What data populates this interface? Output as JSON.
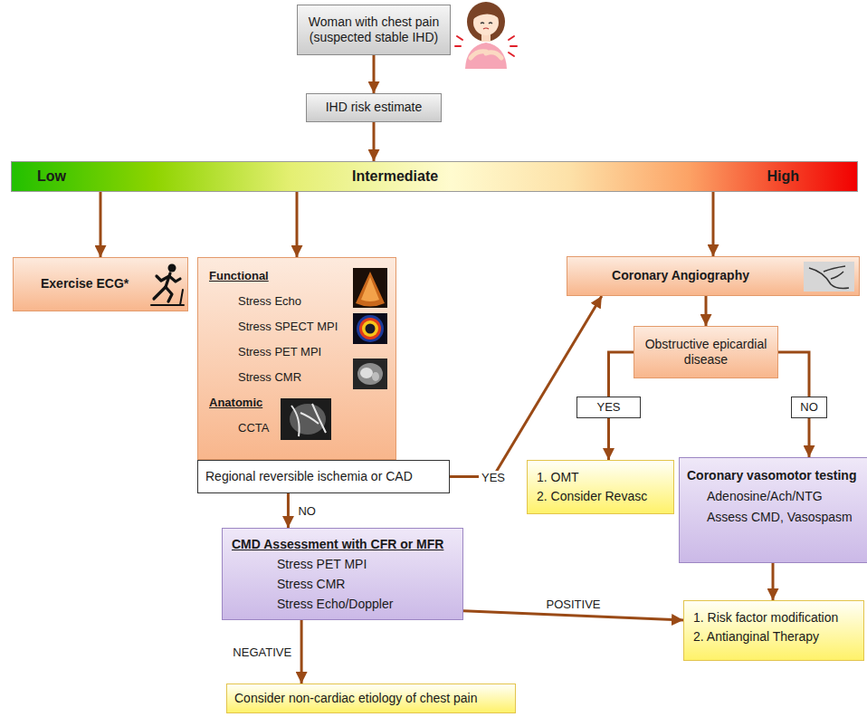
{
  "diagram": {
    "nodes": [
      {
        "text": [
          "Woman with chest pain (suspected stable IHD)"
        ]
      },
      {
        "text": [
          "IHD risk estimate"
        ]
      },
      {
        "text": [
          "Low",
          "Intermediate",
          "High"
        ]
      },
      {
        "text": [
          "Exercise ECG*"
        ]
      },
      {
        "text": [
          "Functional",
          "Stress Echo",
          "Stress SPECT MPI",
          "Stress PET MPI",
          "Stress CMR",
          "Anatomic",
          "CCTA"
        ]
      },
      {
        "text": [
          "Regional reversible ischemia or CAD"
        ]
      },
      {
        "text": [
          "Coronary Angiography"
        ]
      },
      {
        "text": [
          "Obstructive epicardial disease"
        ]
      },
      {
        "text": [
          "YES"
        ]
      },
      {
        "text": [
          "NO"
        ]
      },
      {
        "text": [
          "1. OMT",
          "2. Consider Revasc"
        ]
      },
      {
        "text": [
          "Coronary vasomotor testing",
          "Adenosine/Ach/NTG",
          "Assess CMD, Vasospasm"
        ]
      },
      {
        "text": [
          "CMD Assessment with CFR or MFR",
          "Stress PET MPI",
          "Stress CMR",
          "Stress Echo/Doppler"
        ]
      },
      {
        "text": [
          "1. Risk factor modification",
          "2. Antianginal Therapy"
        ]
      },
      {
        "text": [
          "Consider non-cardiac etiology of chest pain"
        ]
      }
    ],
    "edges": [
      {
        "from": 0,
        "to": 1,
        "arrow": "to"
      },
      {
        "from": 1,
        "to": 2,
        "arrow": "to"
      },
      {
        "from": 2,
        "to": 3,
        "arrow": "to"
      },
      {
        "from": 2,
        "to": 4,
        "arrow": "to"
      },
      {
        "from": 2,
        "to": 6,
        "arrow": "to"
      },
      {
        "from": 5,
        "to": 6,
        "arrow": "to",
        "label": "YES"
      },
      {
        "from": 5,
        "to": 12,
        "arrow": "to",
        "label": "NO"
      },
      {
        "from": 6,
        "to": 7,
        "arrow": "to"
      },
      {
        "from": 7,
        "to": 8,
        "arrow": "none"
      },
      {
        "from": 7,
        "to": 9,
        "arrow": "none"
      },
      {
        "from": 8,
        "to": 10,
        "arrow": "to"
      },
      {
        "from": 9,
        "to": 11,
        "arrow": "to"
      },
      {
        "from": 11,
        "to": 13,
        "arrow": "to"
      },
      {
        "from": 12,
        "to": 13,
        "arrow": "to",
        "label": "POSITIVE"
      },
      {
        "from": 12,
        "to": 14,
        "arrow": "to",
        "label": "NEGATIVE"
      }
    ]
  }
}
